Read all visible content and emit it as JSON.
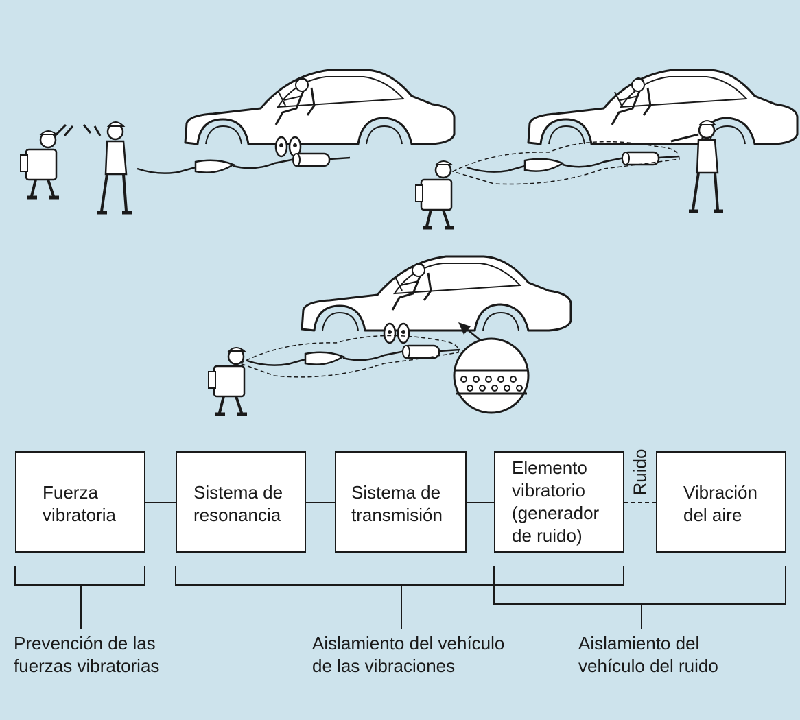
{
  "diagram": {
    "boxes": [
      {
        "id": "fuerza",
        "label": "Fuerza\nvibratoria"
      },
      {
        "id": "resonancia",
        "label": "Sistema de\nresonancia"
      },
      {
        "id": "transmision",
        "label": "Sistema de\ntransmisión"
      },
      {
        "id": "elemento",
        "label": "Elemento\nvibratorio\n(generador\nde ruido)"
      },
      {
        "id": "aire",
        "label": "Vibración\ndel aire"
      }
    ],
    "connector_label": "Ruido",
    "captions": [
      {
        "id": "prevencion",
        "text": "Prevención de las\nfuerzas vibratorias"
      },
      {
        "id": "aislamiento-vibraciones",
        "text": "Aislamiento del vehículo\nde las vibraciones"
      },
      {
        "id": "aislamiento-ruido",
        "text": "Aislamiento del\nvehículo del ruido"
      }
    ]
  },
  "colors": {
    "background": "#cde3ec",
    "line": "#1a1a1a",
    "fill": "#ffffff"
  },
  "illustrations": [
    "scene-exhaust-no-vibration",
    "scene-exhaust-vibration-felt",
    "scene-exhaust-insulated"
  ]
}
